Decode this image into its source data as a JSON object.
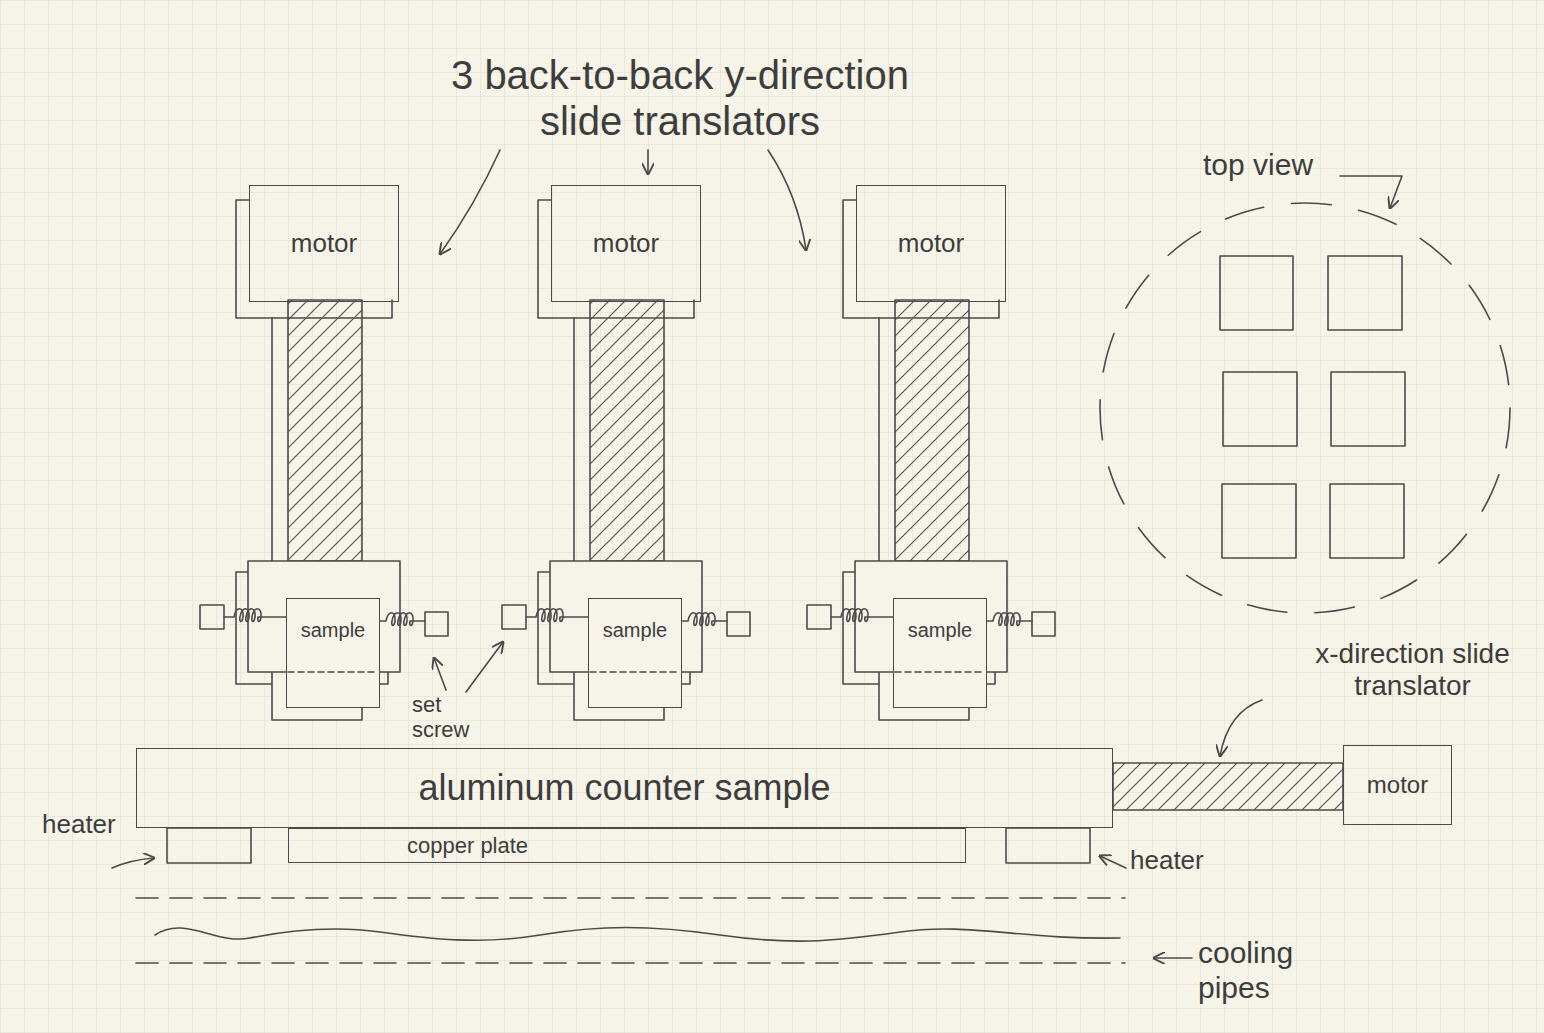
{
  "diagram": {
    "nodes": [
      {
        "text": [
          "motor"
        ]
      },
      {
        "text": [
          "motor"
        ]
      },
      {
        "text": [
          "motor"
        ]
      },
      {
        "text": [
          "sample"
        ]
      },
      {
        "text": [
          "sample"
        ]
      },
      {
        "text": [
          "sample"
        ]
      },
      {
        "text": [
          "aluminum counter sample"
        ]
      },
      {
        "text": [
          "copper plate"
        ]
      },
      {
        "text": [
          "motor"
        ]
      }
    ],
    "edges": [
      {
        "from": 6,
        "to": 8,
        "arrow": "none"
      }
    ],
    "labels": [
      "3 back-to-back y-direction slide translators",
      "set screw",
      "top view",
      "x-direction slide translator",
      "heater",
      "heater",
      "cooling pipes"
    ]
  }
}
